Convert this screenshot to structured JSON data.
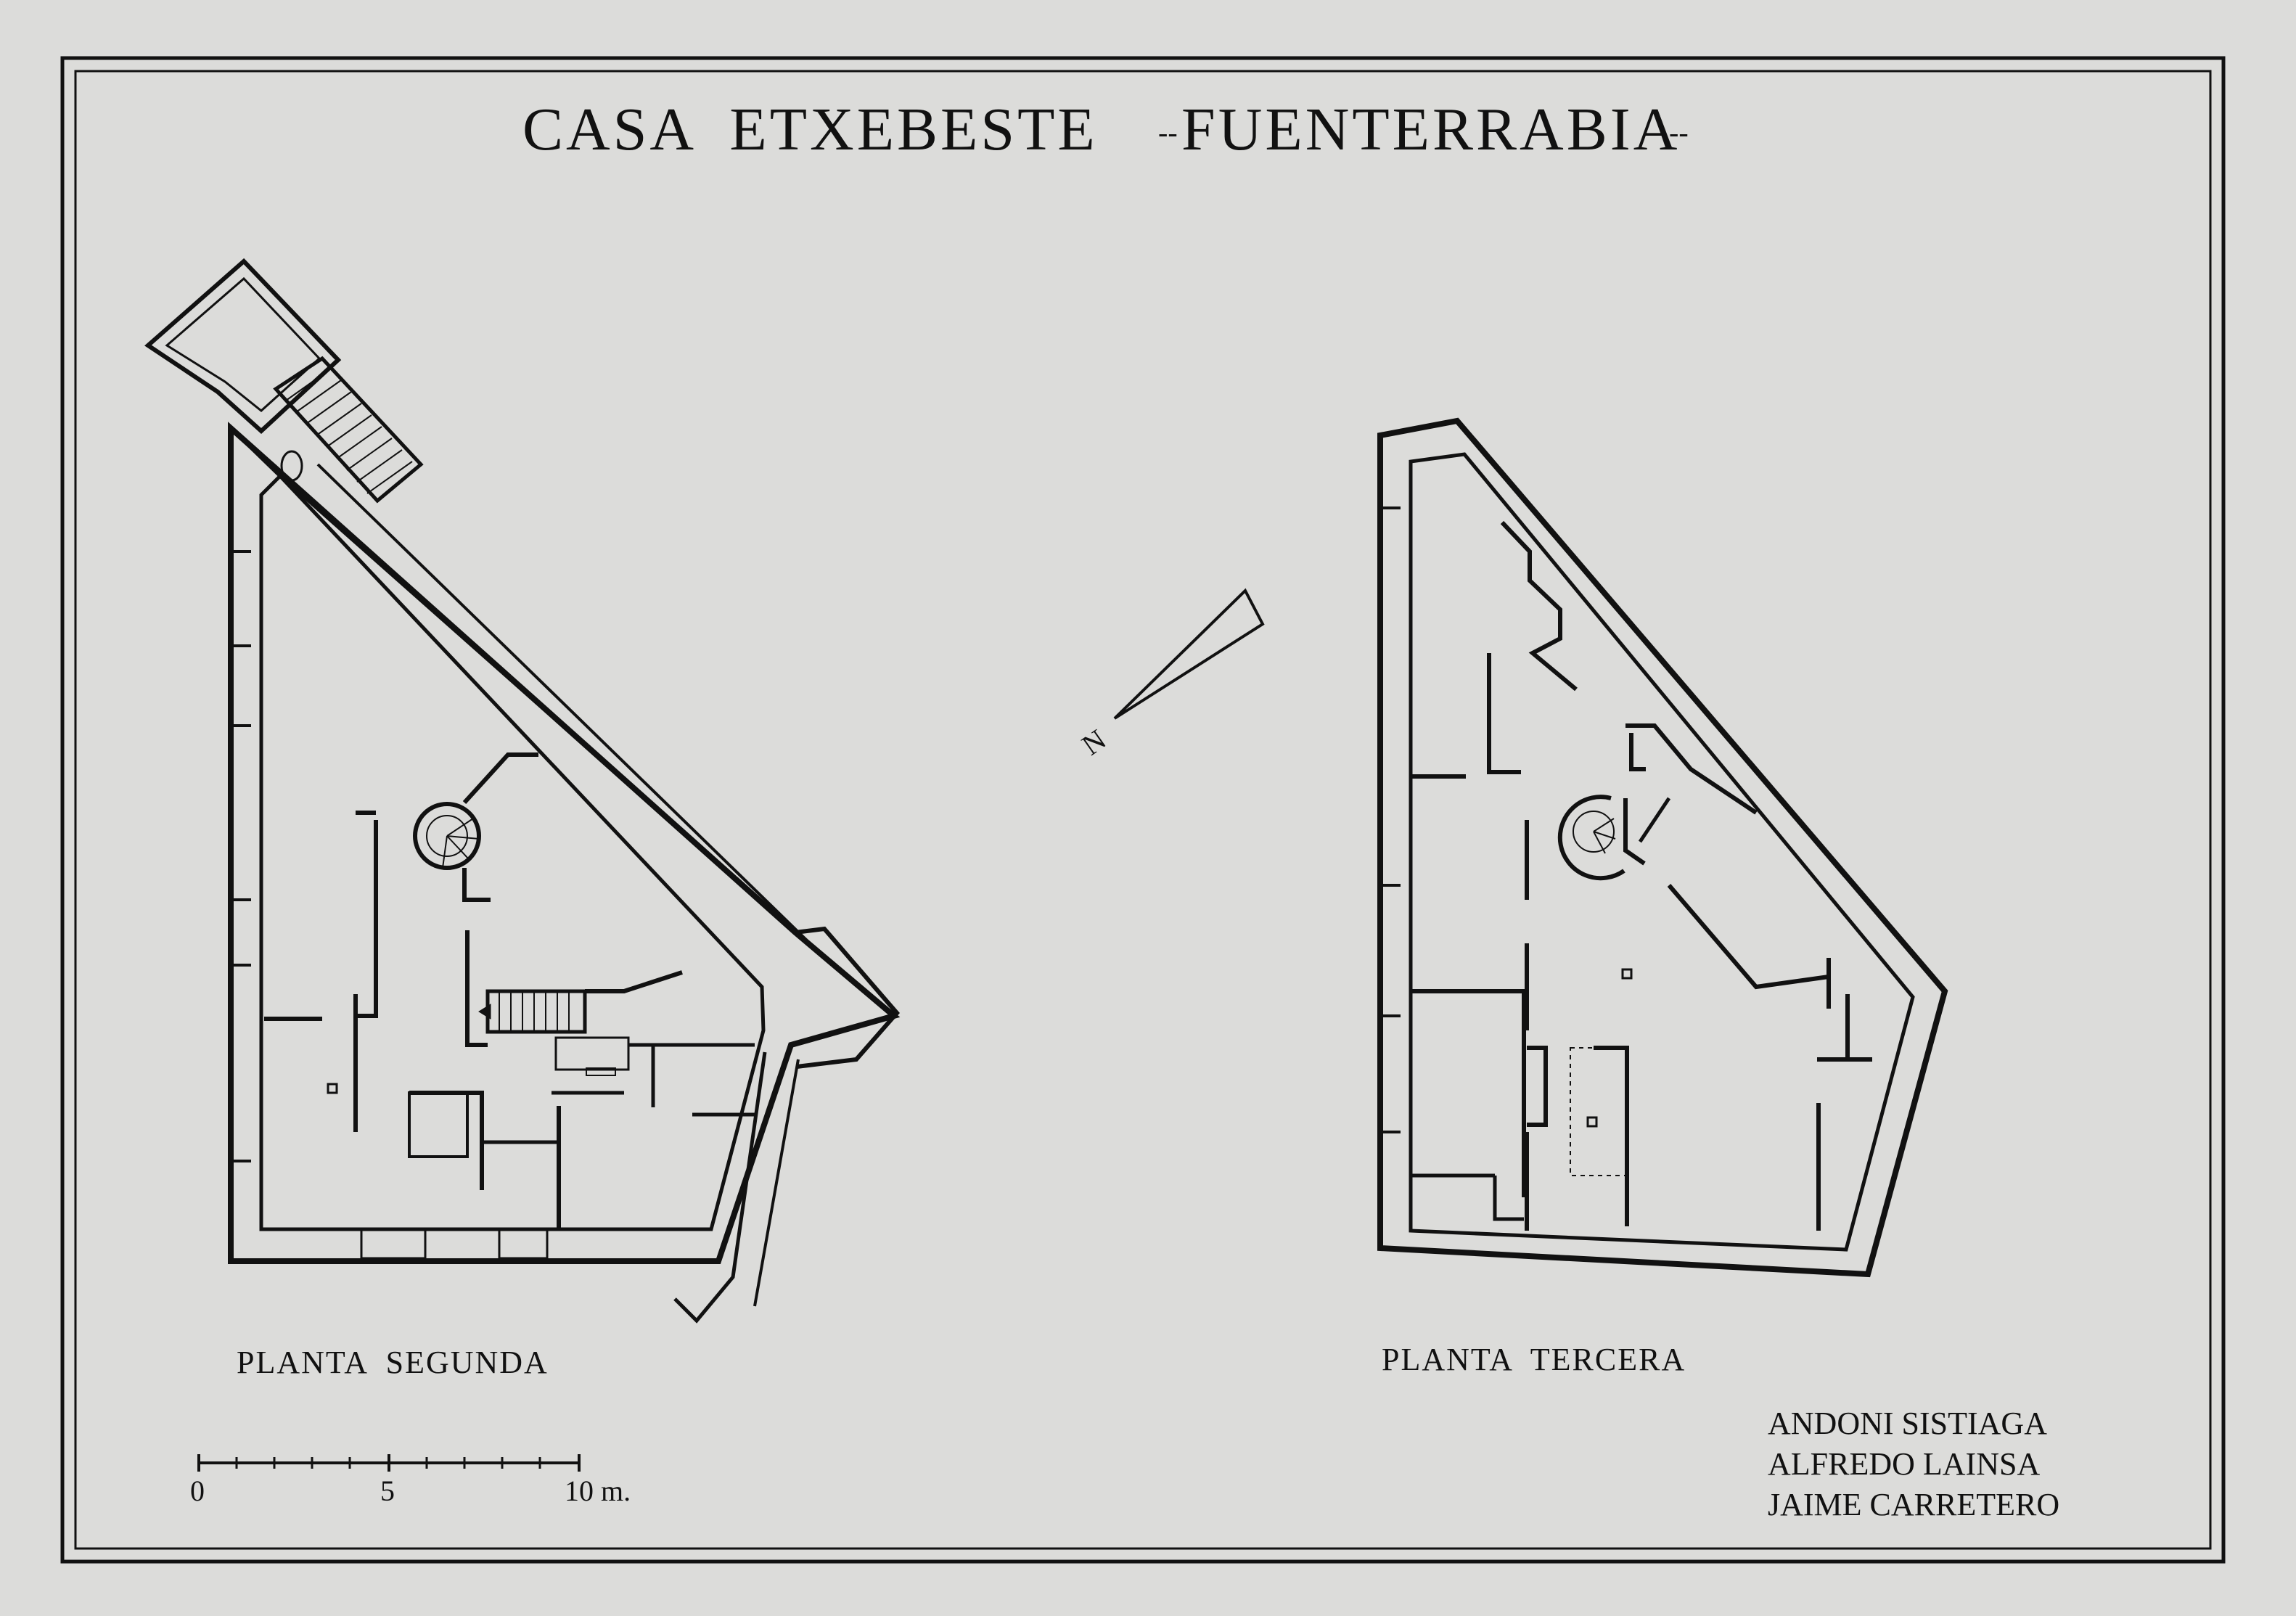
{
  "title": {
    "main": "CASA  ETXEBESTE",
    "place": "FUENTERRABIA"
  },
  "plans": {
    "second_floor_label": "PLANTA  SEGUNDA",
    "third_floor_label": "PLANTA  TERCERA"
  },
  "north_label": "N",
  "scale_bar": {
    "ticks": [
      "0",
      "5",
      "10 m."
    ]
  },
  "authors": [
    "ANDONI SISTIAGA",
    "ALFREDO LAINSA",
    "JAIME CARRETERO"
  ],
  "colors": {
    "paper": "#dcdcda",
    "ink": "#111111"
  }
}
